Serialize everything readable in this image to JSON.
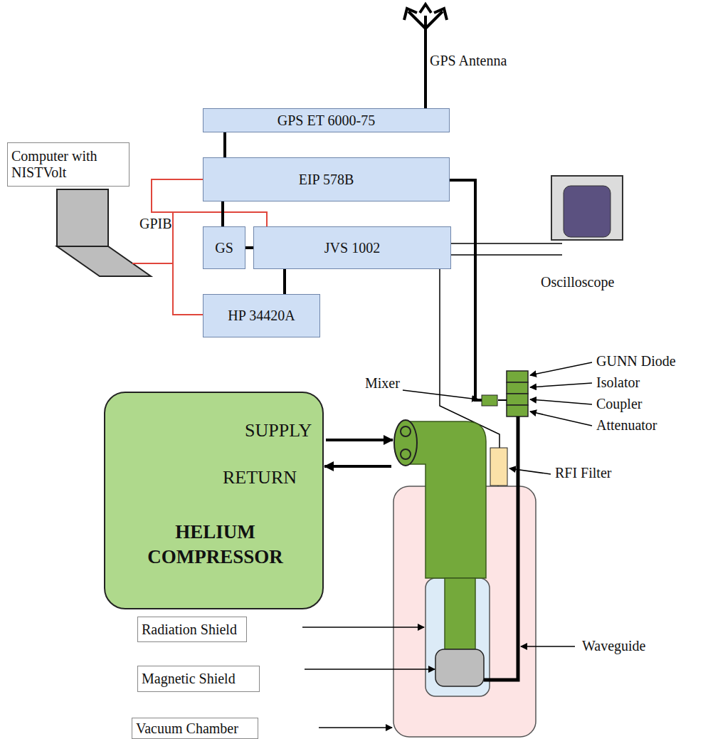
{
  "diagram": {
    "nodes": [
      {
        "text": [
          "GPS ET 6000-75"
        ]
      },
      {
        "text": [
          "EIP 578B"
        ]
      },
      {
        "text": [
          "GS"
        ]
      },
      {
        "text": [
          "JVS 1002"
        ]
      },
      {
        "text": [
          "HP 34420A"
        ]
      },
      {
        "text": [
          "Computer with NISTVolt"
        ]
      },
      {
        "text": [
          "SUPPLY",
          "RETURN",
          "HELIUM COMPRESSOR"
        ]
      },
      {
        "text": [
          "Radiation Shield"
        ]
      },
      {
        "text": [
          "Magnetic Shield"
        ]
      },
      {
        "text": [
          "Vacuum Chamber"
        ]
      }
    ],
    "edges": [
      {
        "from": 0,
        "to": 1,
        "arrow": "none"
      },
      {
        "from": 1,
        "to": 2,
        "arrow": "none"
      },
      {
        "from": 2,
        "to": 3,
        "arrow": "none"
      },
      {
        "from": 3,
        "to": 4,
        "arrow": "none"
      }
    ],
    "labels": [
      "GPS Antenna",
      "Oscilloscope",
      "Mixer",
      "GUNN Diode",
      "Isolator",
      "Coupler",
      "Attenuator",
      "RFI Filter",
      "Waveguide",
      "GPIB"
    ]
  }
}
